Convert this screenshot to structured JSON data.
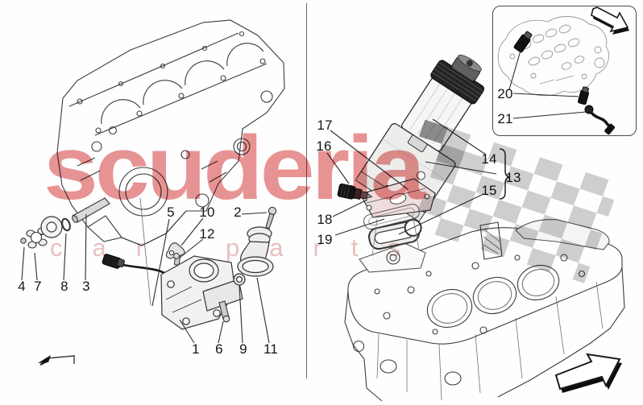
{
  "watermark": {
    "brand_text": "scuderia",
    "tagline_word1": "car",
    "tagline_word2": "parts",
    "brand_color": "#e89494",
    "tagline_color": "#e6c2c2",
    "flag_color": "#cfcfcf"
  },
  "callouts": {
    "pump": [
      "4",
      "7",
      "8",
      "3",
      "5",
      "10",
      "12",
      "2",
      "1",
      "6",
      "9",
      "11"
    ],
    "filter": [
      "17",
      "16",
      "18",
      "19",
      "14",
      "13",
      "15"
    ],
    "inset": [
      "20",
      "21"
    ]
  },
  "icons": {
    "inset_arrow": "direction-arrow-down-right",
    "corner_arrow": "direction-arrow-up-right",
    "small_arrow": "direction-arrow-left"
  }
}
